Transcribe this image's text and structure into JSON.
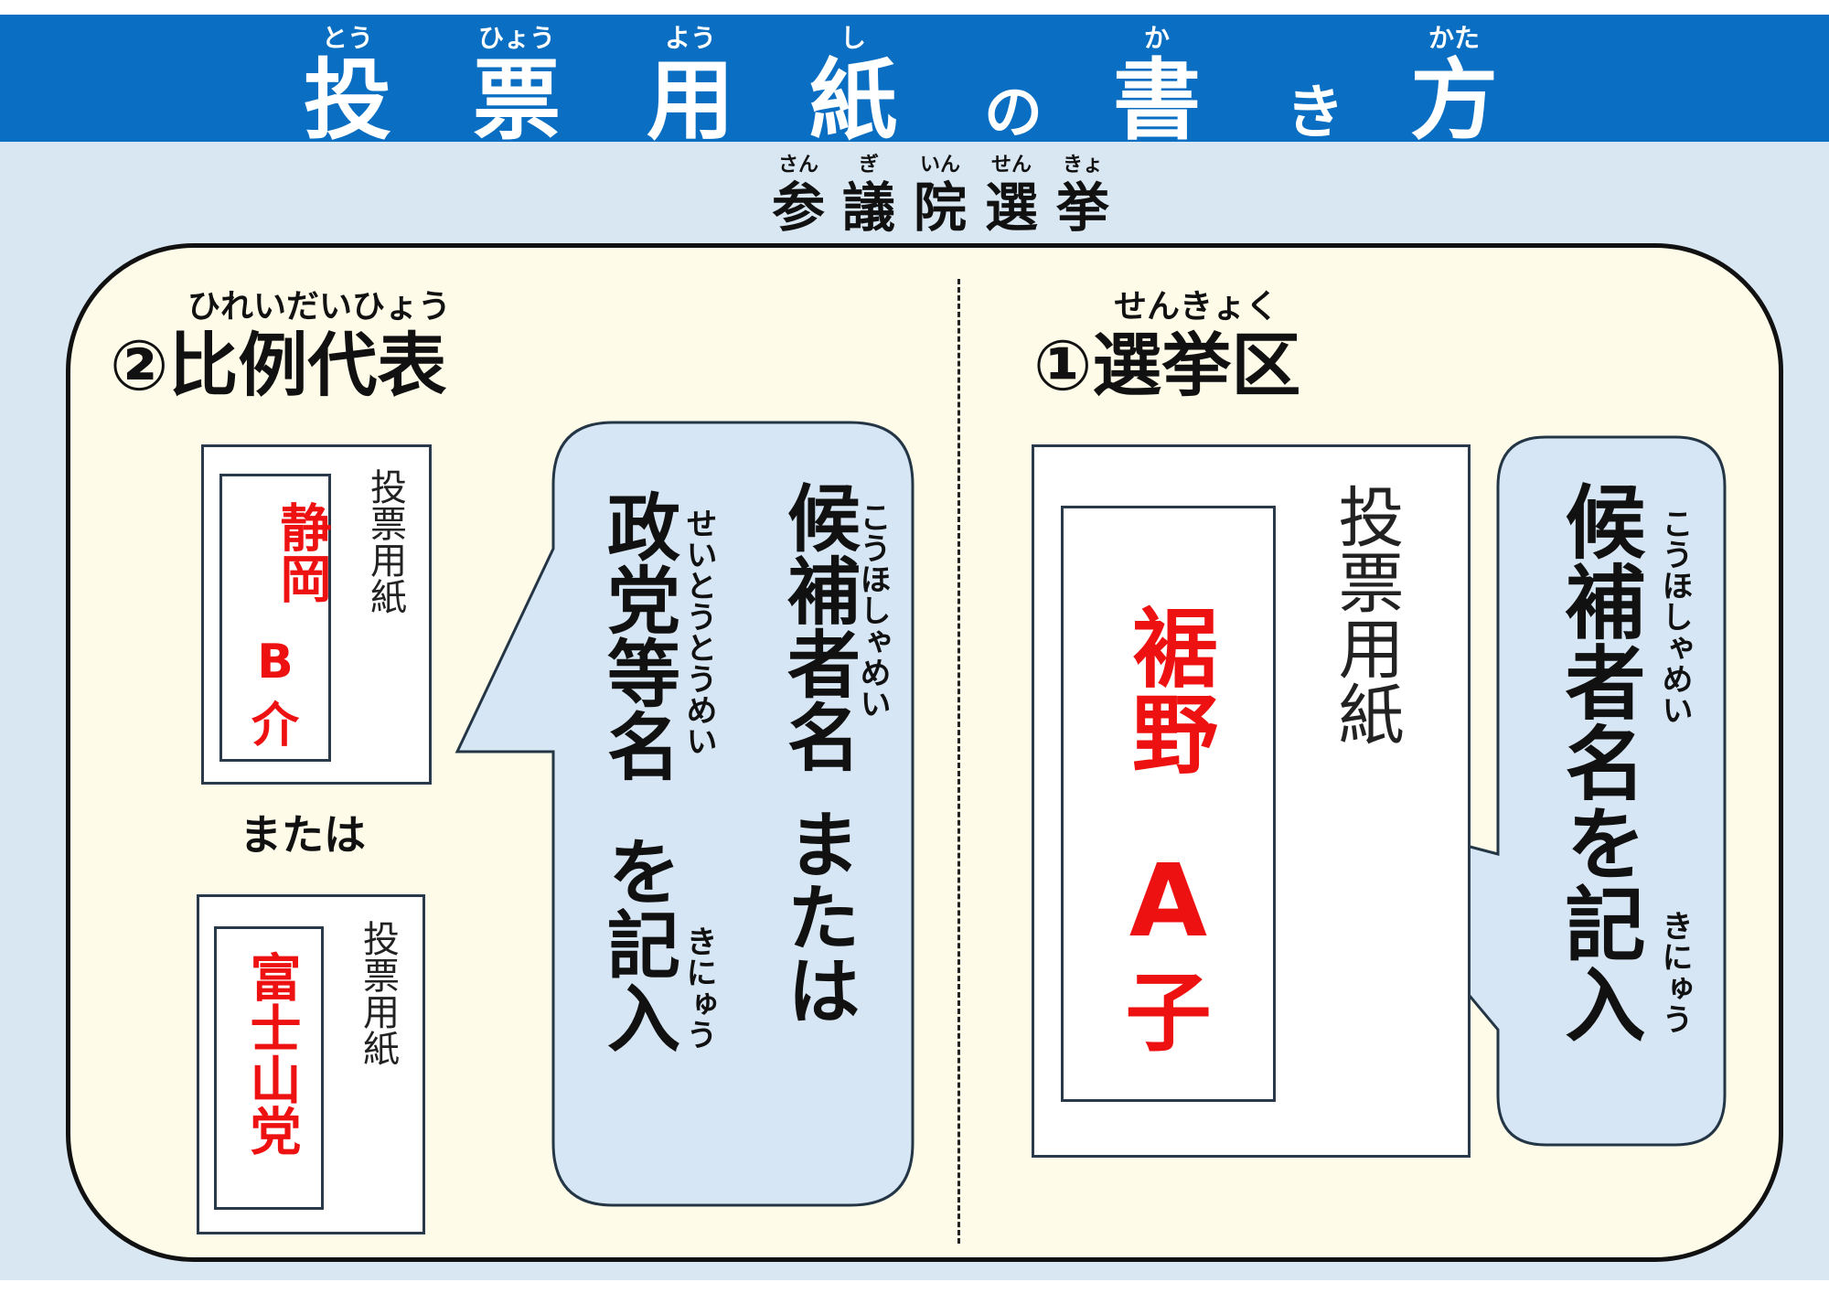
{
  "title": {
    "chars": [
      "投",
      "票",
      "用",
      "紙",
      "の",
      "書",
      "き",
      "方"
    ],
    "ruby": [
      "とう",
      "ひょう",
      "よう",
      "し",
      "か",
      "かた"
    ]
  },
  "subtitle": {
    "chars": [
      "参",
      "議",
      "院",
      "選",
      "挙"
    ],
    "ruby": [
      "さん",
      "ぎ",
      "いん",
      "せん",
      "きょ"
    ]
  },
  "left_section": {
    "title": "②比例代表",
    "ruby": "ひれいだいひょう",
    "ballot_label": "投票用紙",
    "ballot1_name_lines": [
      "静岡",
      "B",
      "介"
    ],
    "or_text": "または",
    "ballot2_name": "富士山党",
    "bubble": {
      "col1": "候補者名",
      "col1_cont": "または",
      "col1_ruby": "こうほしゃめい",
      "col2": "政党等名",
      "col2_ruby": "せいとうとうめい",
      "col3": "を記入",
      "col3_ruby": "きにゅう"
    }
  },
  "right_section": {
    "title": "①選挙区",
    "ruby": "せんきょく",
    "ballot_label": "投票用紙",
    "name_lines": [
      "裾野",
      "A",
      "子"
    ],
    "bubble": {
      "text": "候補者名を記入",
      "ruby1": "こうほしゃめい",
      "ruby2": "きにゅう"
    }
  },
  "colors": {
    "title_bar": "#0a6fc2",
    "background": "#d9e7f3",
    "panel": "#fefce8",
    "bubble": "#d6e6f4",
    "candidate_name": "#ee1111"
  }
}
